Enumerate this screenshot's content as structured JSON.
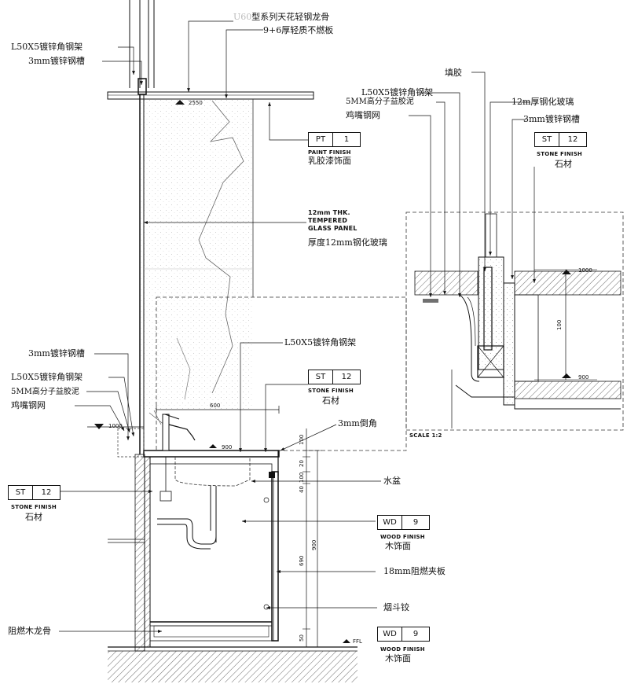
{
  "labels": {
    "ceiling_keel_prefix": "U60",
    "ceiling_keel": "型系列天花轻钢龙骨",
    "gypsum_board": "9+6厚轻质不燃板",
    "angle_frame_top": "L50X5镀锌角钢架",
    "channel_top": "3mm镀锌钢槽",
    "sealant": "填胶",
    "angle_frame_detail": "L50X5镀锌角钢架",
    "putty_detail": "5MM高分子益胶泥",
    "mesh_detail": "鸡嘴钢网",
    "glass_detail": "12m厚钢化玻璃",
    "channel_detail": "3mm镀锌钢槽",
    "glass_panel_en_1": "12mm THK.",
    "glass_panel_en_2": "TEMPERED",
    "glass_panel_en_3": "GLASS PANEL",
    "glass_panel_cn": "厚度12mm钢化玻璃",
    "channel_left": "3mm镀锌钢槽",
    "angle_frame_left": "L50X5镀锌角钢架",
    "putty_left": "5MM高分子益胶泥",
    "mesh_left": "鸡嘴钢网",
    "angle_frame_mid": "L50X5镀锌角钢架",
    "chamfer": "3mm倒角",
    "basin": "水盆",
    "plywood": "18mm阻燃夹板",
    "hinge": "烟斗铰",
    "wood_keel": "阻燃木龙骨",
    "scale": "SCALE 1:2"
  },
  "tags": {
    "pt1": {
      "code": "PT",
      "num": "1",
      "en": "PAINT FINISH",
      "cn": "乳胶漆饰面"
    },
    "st_detail": {
      "code": "ST",
      "num": "12",
      "en": "STONE FINISH",
      "cn": "石材"
    },
    "st_mid": {
      "code": "ST",
      "num": "12",
      "en": "STONE FINISH",
      "cn": "石材"
    },
    "st_left": {
      "code": "ST",
      "num": "12",
      "en": "STONE FINISH",
      "cn": "石材"
    },
    "wd_mid": {
      "code": "WD",
      "num": "9",
      "en": "WOOD FINISH",
      "cn": "木饰面"
    },
    "wd_bottom": {
      "code": "WD",
      "num": "9",
      "en": "WOOD FINISH",
      "cn": "木饰面"
    }
  },
  "dims": {
    "lvl_ceiling": "2550",
    "lvl_1000": "1000",
    "lvl_900": "900",
    "lvl_1000_detail": "1000",
    "lvl_900_detail": "900",
    "d100_detail": "100",
    "w600": "600",
    "d100": "100",
    "d20": "20",
    "d100b": "100",
    "d40": "40",
    "d690": "690",
    "d900": "900",
    "d50": "50",
    "ffl": "FFL"
  }
}
